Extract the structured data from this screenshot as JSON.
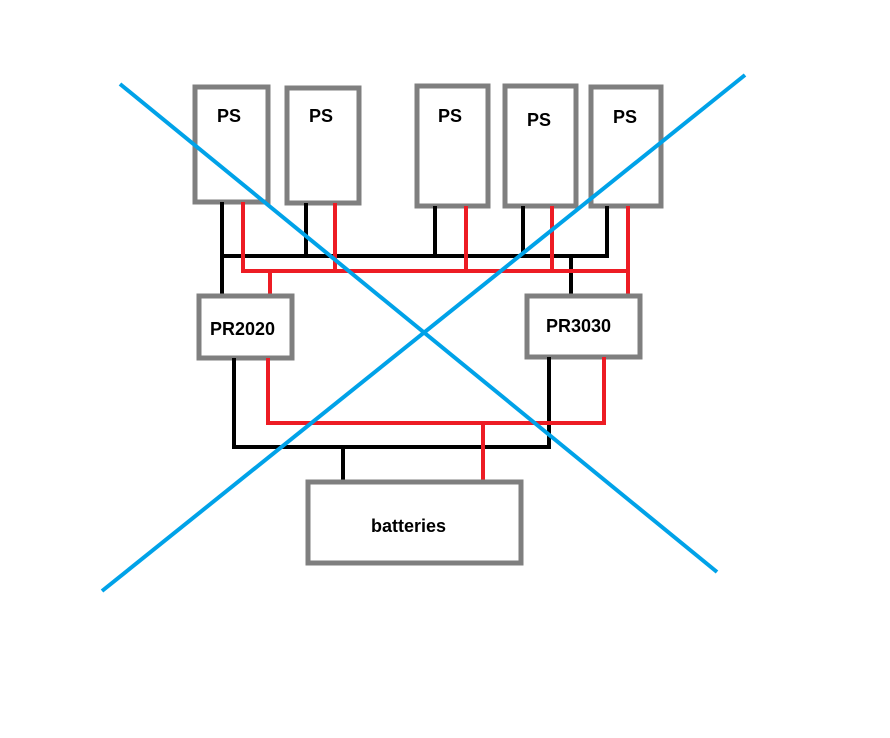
{
  "diagram": {
    "power_supplies": [
      {
        "label": "PS"
      },
      {
        "label": "PS"
      },
      {
        "label": "PS"
      },
      {
        "label": "PS"
      },
      {
        "label": "PS"
      }
    ],
    "regulators": [
      {
        "label": "PR2020"
      },
      {
        "label": "PR3030"
      }
    ],
    "battery": {
      "label": "batteries"
    },
    "colors": {
      "box_outline": "#7f7f7f",
      "negative_wire": "#000000",
      "positive_wire": "#ed1c24",
      "cross_out": "#00a2e8"
    },
    "crossed_out": true
  }
}
